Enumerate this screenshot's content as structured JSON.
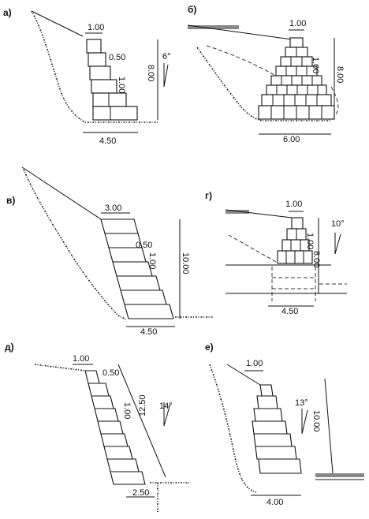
{
  "figure": {
    "panels": [
      {
        "id": "a",
        "label": "а)",
        "dims": {
          "top_width": "1.00",
          "step": "0.50",
          "block_height": "1.00",
          "height": "8.00",
          "base": "4.50",
          "batter": "6°"
        }
      },
      {
        "id": "b",
        "label": "б)",
        "dims": {
          "top_width": "1.00",
          "block_height": "1.00",
          "height": "8.00",
          "base": "6.00"
        }
      },
      {
        "id": "v",
        "label": "в)",
        "dims": {
          "top_width": "3.00",
          "step": "0.50",
          "block_height": "1.00",
          "height": "10.00",
          "base": "4.50"
        }
      },
      {
        "id": "g",
        "label": "г)",
        "dims": {
          "top_width": "1.00",
          "block_height": "1.00",
          "height": "8.00",
          "base": "4.50",
          "batter": "10°"
        }
      },
      {
        "id": "d",
        "label": "д)",
        "dims": {
          "top_width": "1.00",
          "step": "0.50",
          "block_height": "1.00",
          "height": "12.50",
          "base": "2.50",
          "batter": "14°"
        }
      },
      {
        "id": "e",
        "label": "е)",
        "dims": {
          "top_width": "1.00",
          "height": "10.00",
          "base": "4.00",
          "batter": "13°"
        }
      }
    ]
  }
}
